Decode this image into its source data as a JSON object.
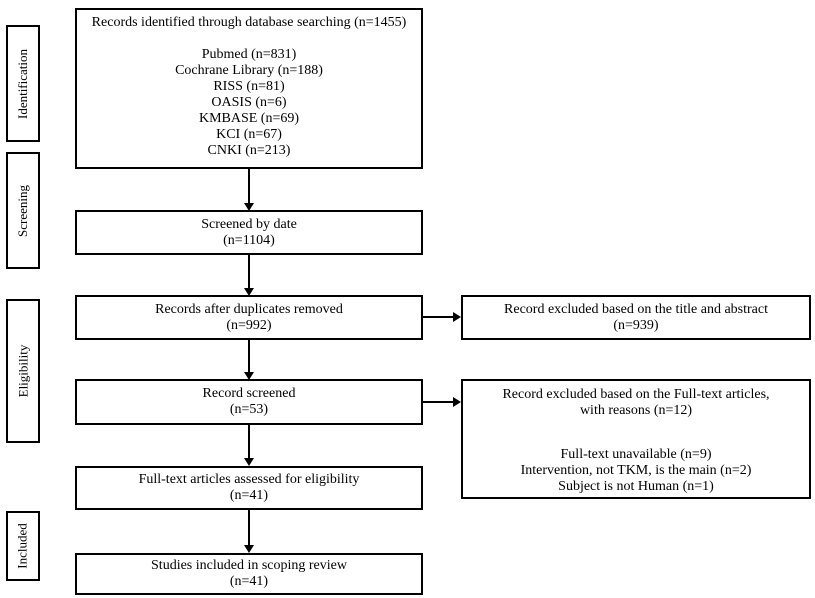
{
  "stage_labels": {
    "identification": "Identification",
    "screening": "Screening",
    "eligibility": "Eligibility",
    "included": "Included"
  },
  "boxes": {
    "records_identified": {
      "title": "Records identified through database searching (n=1455)",
      "sources": [
        "Pubmed (n=831)",
        "Cochrane Library (n=188)",
        "RISS (n=81)",
        "OASIS (n=6)",
        "KMBASE (n=69)",
        "KCI (n=67)",
        "CNKI (n=213)"
      ]
    },
    "screened_by_date": {
      "line1": "Screened by date",
      "line2": "(n=1104)"
    },
    "duplicates_removed": {
      "line1": "Records after duplicates removed",
      "line2": "(n=992)"
    },
    "record_screened": {
      "line1": "Record screened",
      "line2": "(n=53)"
    },
    "fulltext_assessed": {
      "line1": "Full-text articles assessed for eligibility",
      "line2": "(n=41)"
    },
    "studies_included": {
      "line1": "Studies included in scoping review",
      "line2": "(n=41)"
    },
    "excluded_title_abstract": {
      "line1": "Record excluded based on the title and abstract",
      "line2": "(n=939)"
    },
    "excluded_fulltext": {
      "line1": "Record excluded based on the Full-text articles,",
      "line2": "with reasons (n=12)",
      "reasons": [
        "Full-text unavailable (n=9)",
        "Intervention, not TKM, is the main (n=2)",
        "Subject is not Human (n=1)"
      ]
    }
  }
}
